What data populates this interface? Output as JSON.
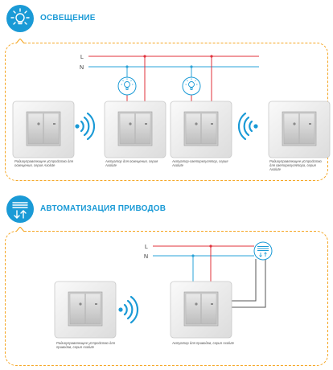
{
  "sections": {
    "lighting": {
      "title": "ОСВЕЩЕНИЕ",
      "icon": "light-bulb-icon",
      "devices": [
        {
          "caption": "Радиоуправляющее устройство для освещения, серия Axolute"
        },
        {
          "caption": "Актуатор для освещения, серия Axolute"
        },
        {
          "caption": "Актуатор-светорегулятор, серия Axolute"
        },
        {
          "caption": "Радиоуправляющее устройство для светорегулятора, серия Axolute"
        }
      ]
    },
    "drives": {
      "title": "АВТОМАТИЗАЦИЯ ПРИВОДОВ",
      "icon": "shutter-arrows-icon",
      "devices": [
        {
          "caption": "Радиоуправляющее устройство для приводов, серия Axolute"
        },
        {
          "caption": "Актуатор для приводов, серия Axolute"
        }
      ]
    }
  },
  "wire_labels": {
    "line": "L",
    "neutral": "N"
  },
  "colors": {
    "accent": "#1a9ad6",
    "dashed_border": "#f5a623",
    "line_wire": "#e0303a",
    "neutral_wire": "#2aa3d8",
    "motor_wire": "#555555"
  }
}
